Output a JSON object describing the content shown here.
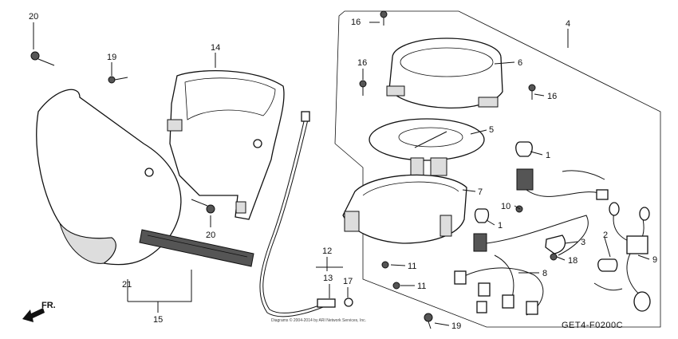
{
  "diagram": {
    "code": "GET4-F0200C",
    "direction_label": "FR.",
    "copyright": "Diagrams © 2004-2014 by ARI Network Services, Inc.",
    "labels": {
      "p1a": "1",
      "p1b": "1",
      "p2": "2",
      "p3": "3",
      "p4": "4",
      "p5": "5",
      "p6": "6",
      "p7": "7",
      "p8": "8",
      "p9": "9",
      "p10": "10",
      "p11a": "11",
      "p11b": "11",
      "p12": "12",
      "p13": "13",
      "p14": "14",
      "p15": "15",
      "p16a": "16",
      "p16b": "16",
      "p16c": "16",
      "p17": "17",
      "p18": "18",
      "p19a": "19",
      "p19b": "19",
      "p20a": "20",
      "p20b": "20",
      "p21": "21"
    }
  }
}
